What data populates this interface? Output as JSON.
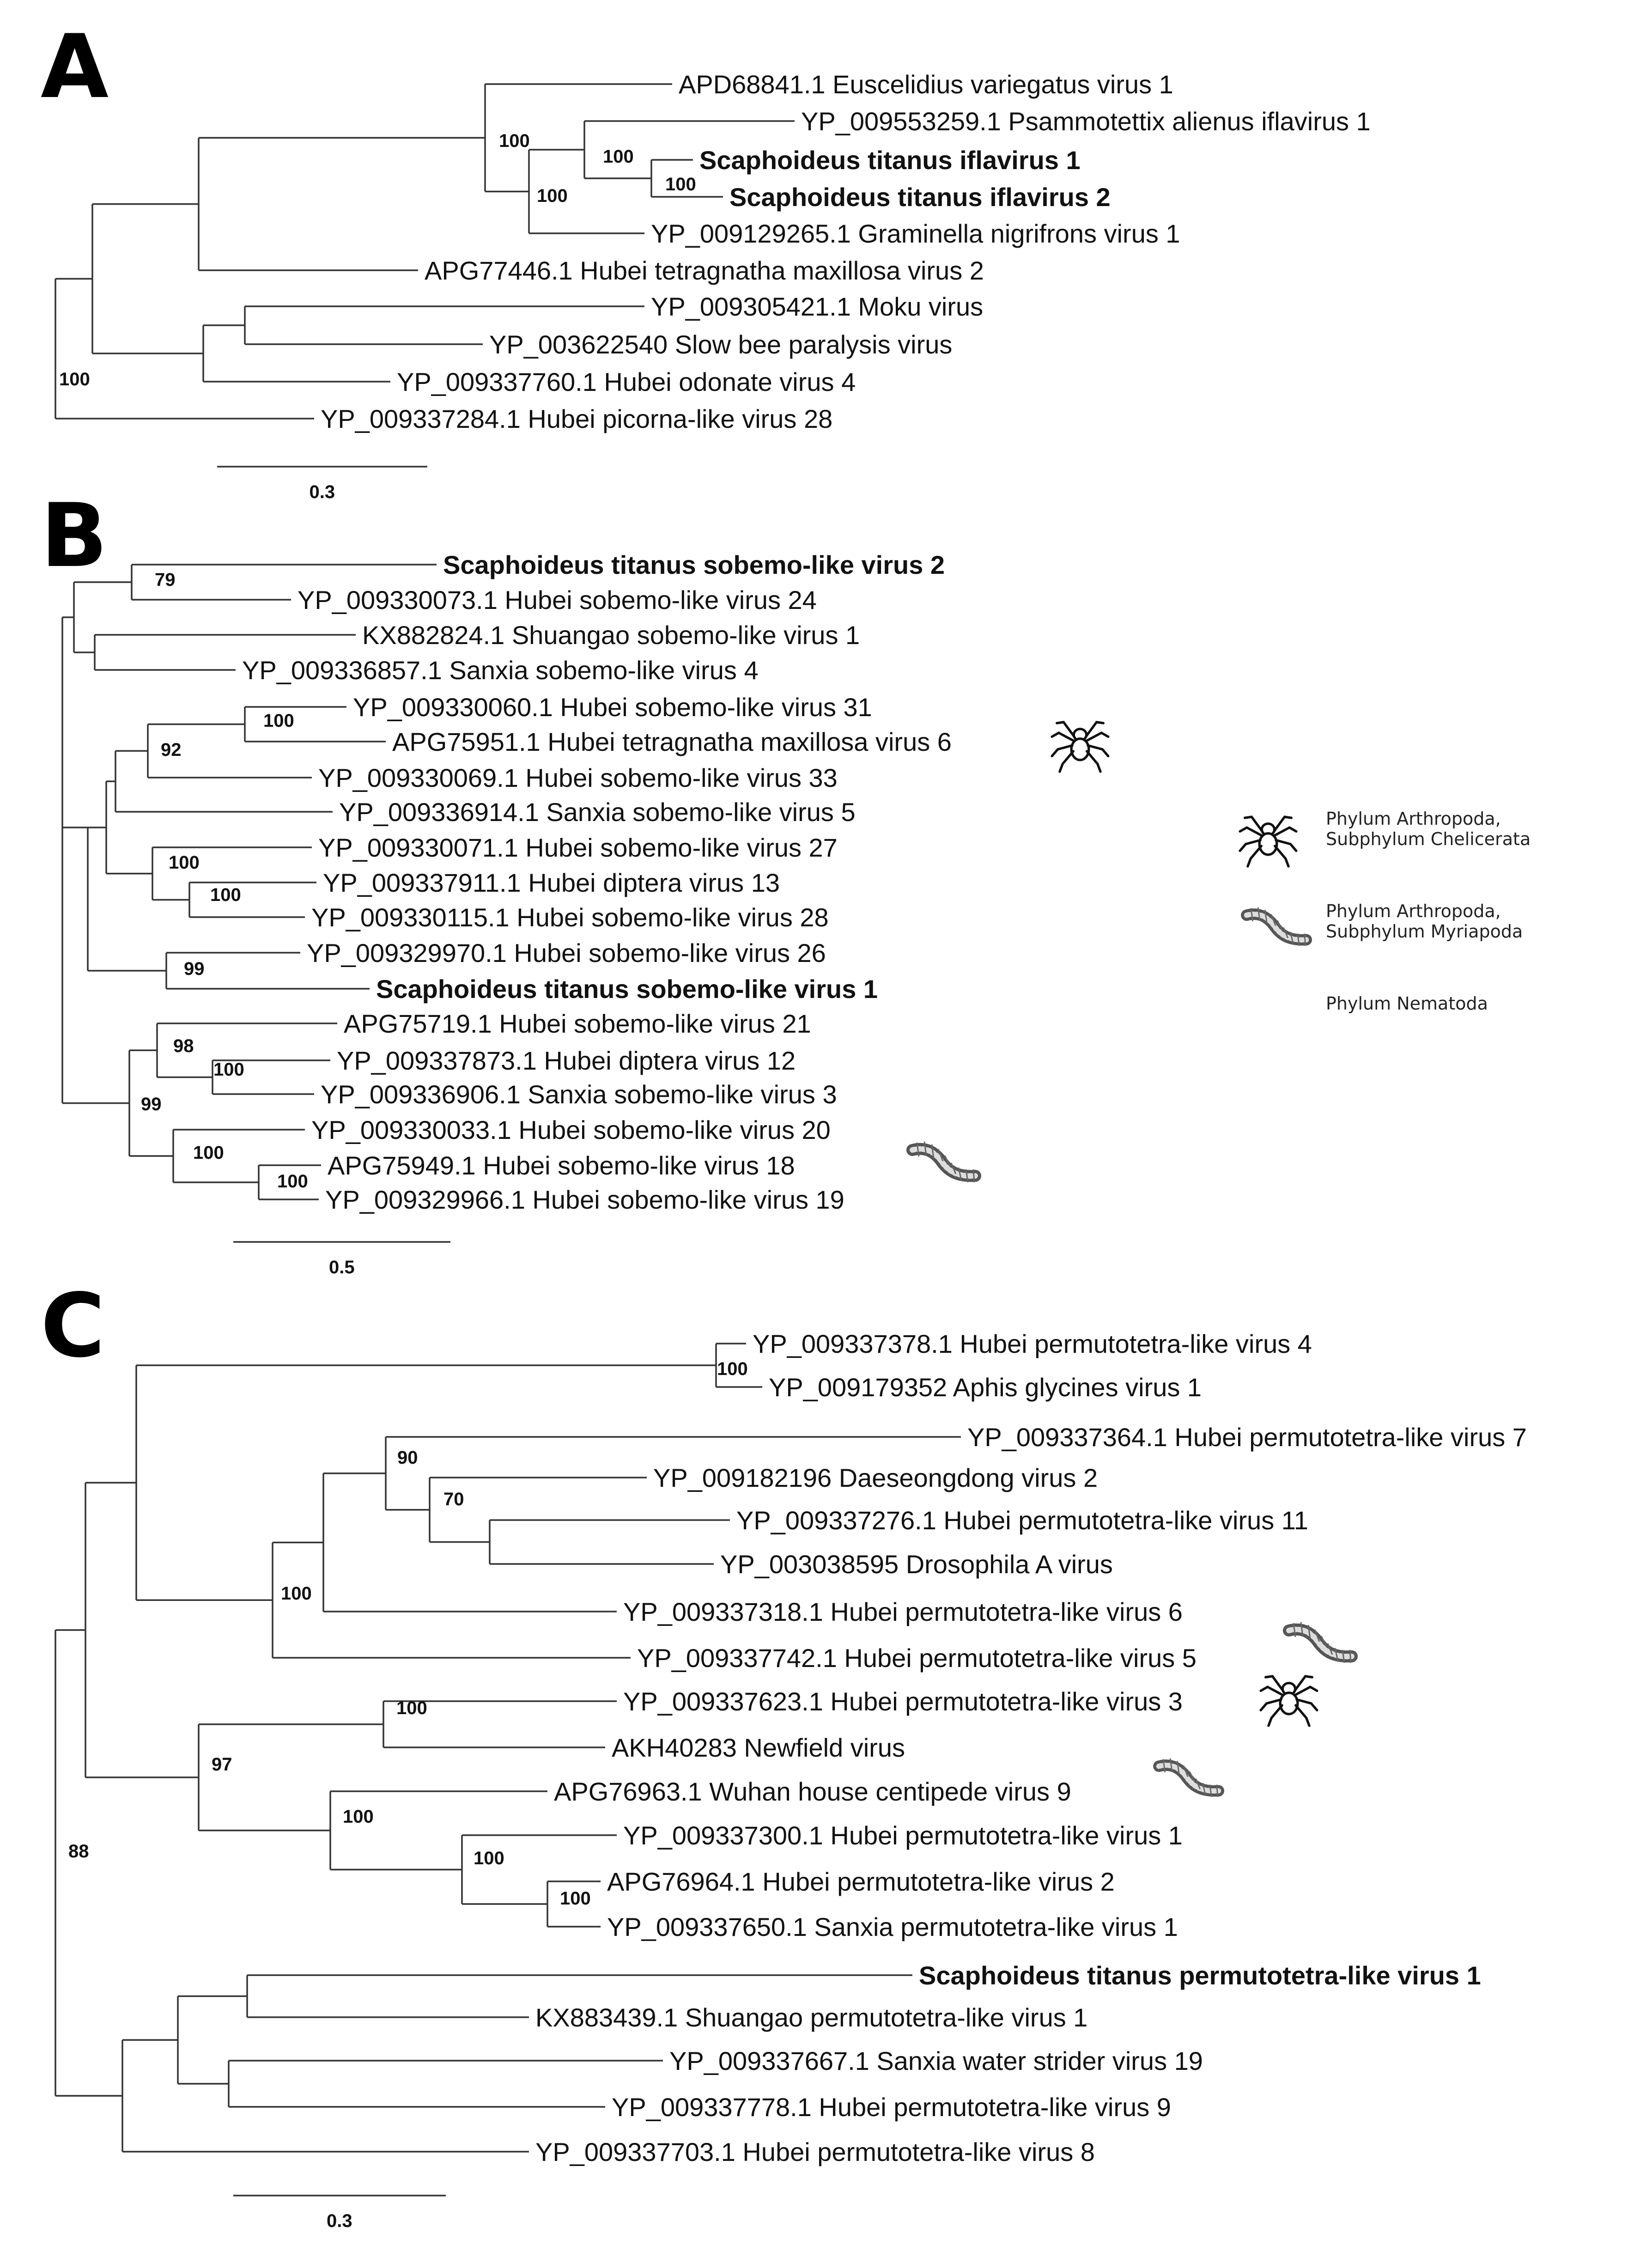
{
  "figure": {
    "panels": [
      {
        "id": "A",
        "letter": "A",
        "scale": "0.3",
        "leaves": [
          {
            "text": "APD68841.1 Euscelidius variegatus virus 1",
            "bold": false
          },
          {
            "text": "YP_009553259.1 Psammotettix alienus iflavirus 1",
            "bold": false
          },
          {
            "text": "Scaphoideus titanus iflavirus 1",
            "bold": true
          },
          {
            "text": "Scaphoideus titanus iflavirus 2",
            "bold": true
          },
          {
            "text": "YP_009129265.1 Graminella nigrifrons virus 1",
            "bold": false
          },
          {
            "text": "APG77446.1 Hubei tetragnatha maxillosa virus 2",
            "bold": false
          },
          {
            "text": "YP_009305421.1 Moku virus",
            "bold": false
          },
          {
            "text": "YP_003622540 Slow bee paralysis virus",
            "bold": false
          },
          {
            "text": "YP_009337760.1 Hubei odonate virus 4",
            "bold": false
          },
          {
            "text": "YP_009337284.1 Hubei picorna-like virus 28",
            "bold": false
          }
        ],
        "bootstraps": [
          "100",
          "100",
          "100",
          "100",
          "100"
        ]
      },
      {
        "id": "B",
        "letter": "B",
        "scale": "0.5",
        "leaves": [
          {
            "text": "Scaphoideus titanus sobemo-like virus 2",
            "bold": true
          },
          {
            "text": "YP_009330073.1  Hubei sobemo-like virus 24",
            "bold": false
          },
          {
            "text": "KX882824.1 Shuangao sobemo-like virus 1",
            "bold": false
          },
          {
            "text": "YP_009336857.1 Sanxia sobemo-like virus 4",
            "bold": false
          },
          {
            "text": "YP_009330060.1 Hubei sobemo-like virus 31",
            "bold": false
          },
          {
            "text": "APG75951.1 Hubei tetragnatha maxillosa virus 6",
            "bold": false
          },
          {
            "text": "YP_009330069.1 Hubei sobemo-like virus 33",
            "bold": false
          },
          {
            "text": "YP_009336914.1 Sanxia sobemo-like virus 5",
            "bold": false
          },
          {
            "text": "YP_009330071.1 Hubei sobemo-like virus 27",
            "bold": false
          },
          {
            "text": "YP_009337911.1 Hubei diptera virus 13",
            "bold": false
          },
          {
            "text": "YP_009330115.1 Hubei sobemo-like virus 28",
            "bold": false
          },
          {
            "text": "YP_009329970.1 Hubei sobemo-like virus 26",
            "bold": false
          },
          {
            "text": "Scaphoideus titanus sobemo-like virus 1",
            "bold": true
          },
          {
            "text": "APG75719.1 Hubei sobemo-like virus 21",
            "bold": false
          },
          {
            "text": "YP_009337873.1 Hubei diptera virus 12",
            "bold": false
          },
          {
            "text": "YP_009336906.1 Sanxia sobemo-like virus 3",
            "bold": false
          },
          {
            "text": "YP_009330033.1 Hubei sobemo-like virus 20",
            "bold": false
          },
          {
            "text": "APG75949.1 Hubei sobemo-like virus 18",
            "bold": false
          },
          {
            "text": "YP_009329966.1 Hubei sobemo-like virus 19",
            "bold": false
          }
        ],
        "bootstraps": [
          "79",
          "100",
          "92",
          "100",
          "100",
          "99",
          "98",
          "100",
          "99",
          "100",
          "100"
        ]
      },
      {
        "id": "C",
        "letter": "C",
        "scale": "0.3",
        "leaves": [
          {
            "text": "YP_009337378.1 Hubei permutotetra-like virus 4",
            "bold": false
          },
          {
            "text": "YP_009179352 Aphis glycines virus 1",
            "bold": false
          },
          {
            "text": "YP_009337364.1 Hubei permutotetra-like virus 7",
            "bold": false
          },
          {
            "text": "YP_009182196 Daeseongdong virus 2",
            "bold": false
          },
          {
            "text": "YP_009337276.1 Hubei permutotetra-like virus 11",
            "bold": false
          },
          {
            "text": "YP_003038595 Drosophila A virus",
            "bold": false
          },
          {
            "text": "YP_009337318.1 Hubei permutotetra-like virus 6",
            "bold": false
          },
          {
            "text": "YP_009337742.1 Hubei permutotetra-like virus 5",
            "bold": false
          },
          {
            "text": "YP_009337623.1 Hubei permutotetra-like virus 3",
            "bold": false
          },
          {
            "text": "AKH40283 Newfield virus",
            "bold": false
          },
          {
            "text": "APG76963.1 Wuhan house centipede virus 9",
            "bold": false
          },
          {
            "text": "YP_009337300.1 Hubei permutotetra-like virus 1",
            "bold": false
          },
          {
            "text": "APG76964.1 Hubei permutotetra-like virus 2",
            "bold": false
          },
          {
            "text": "YP_009337650.1 Sanxia permutotetra-like virus 1",
            "bold": false
          },
          {
            "text": "Scaphoideus titanus permutotetra-like virus 1",
            "bold": true
          },
          {
            "text": "KX883439.1 Shuangao permutotetra-like virus 1",
            "bold": false
          },
          {
            "text": "YP_009337667.1 Sanxia water strider virus 19",
            "bold": false
          },
          {
            "text": "YP_009337778.1 Hubei permutotetra-like virus 9",
            "bold": false
          },
          {
            "text": "YP_009337703.1 Hubei permutotetra-like virus 8",
            "bold": false
          }
        ],
        "bootstraps": [
          "100",
          "90",
          "70",
          "100",
          "100",
          "97",
          "100",
          "100",
          "100",
          "88"
        ]
      }
    ],
    "legend": [
      {
        "icon": "spider-icon",
        "lines": [
          "Phylum Arthropoda,",
          "Subphylum Chelicerata"
        ]
      },
      {
        "icon": "centipede-icon",
        "lines": [
          "Phylum Arthropoda,",
          "Subphylum Myriapoda"
        ]
      },
      {
        "icon": "",
        "lines": [
          "Phylum Nematoda"
        ]
      }
    ],
    "colors": {
      "branch": "#333333",
      "text": "#111111"
    }
  }
}
